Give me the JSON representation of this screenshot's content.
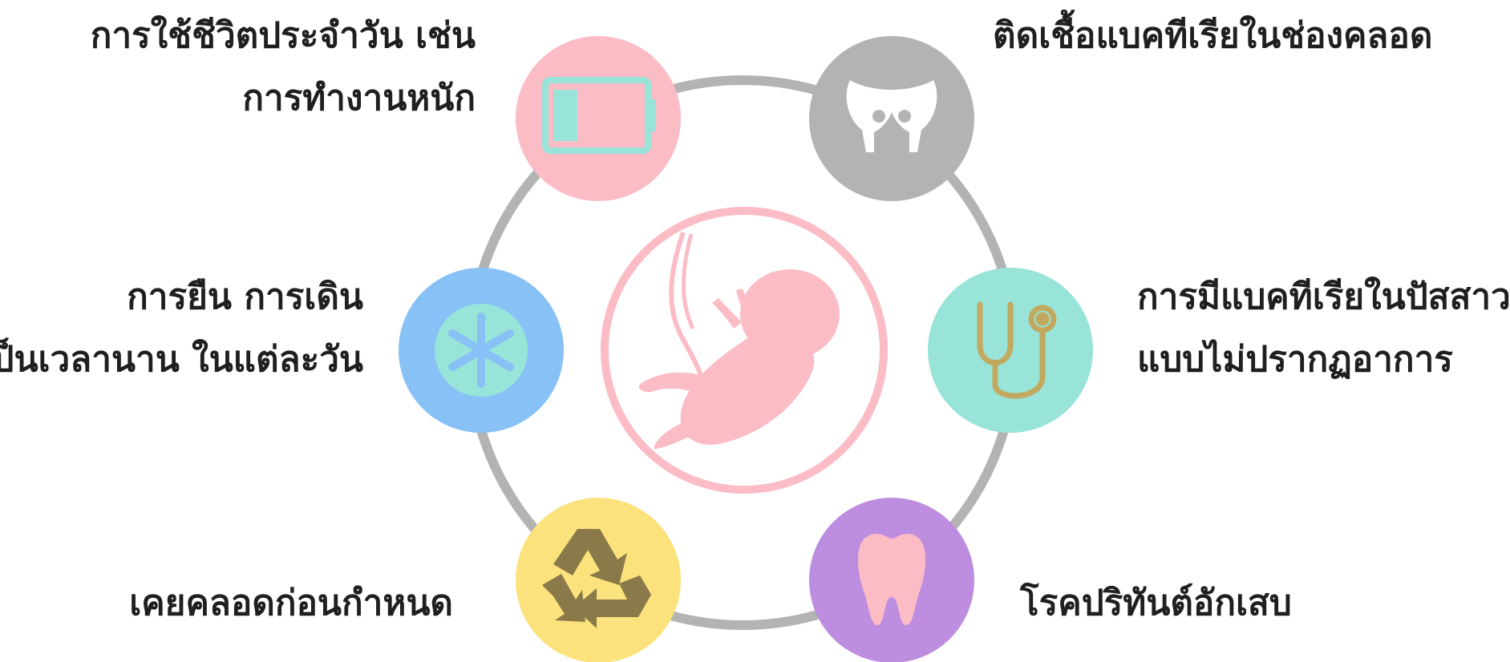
{
  "factors": [
    {
      "id": "daily-life",
      "lines": [
        "การใช้ชีวิตประจำวัน เช่น",
        "การทำงานหนัก"
      ],
      "icon": "battery-low-icon",
      "color": "#fbbcc6"
    },
    {
      "id": "vaginal-infection",
      "lines": [
        "ติดเชื้อแบคทีเรียในช่องคลอด"
      ],
      "icon": "pelvis-icon",
      "color": "#b3b3b3"
    },
    {
      "id": "standing-walking",
      "lines": [
        "การยืน การเดิน",
        "เป็นเวลานาน ในแต่ละวัน"
      ],
      "icon": "asterisk-icon",
      "color": "#87c1f5"
    },
    {
      "id": "urine-bacteria",
      "lines": [
        "การมีแบคทีเรียในปัสสาวะ",
        "แบบไม่ปรากฏอาการ"
      ],
      "icon": "stethoscope-icon",
      "color": "#98e4d9"
    },
    {
      "id": "preterm-history",
      "lines": [
        "เคยคลอดก่อนกำหนด"
      ],
      "icon": "recycle-icon",
      "color": "#fbe27c"
    },
    {
      "id": "periodontitis",
      "lines": [
        "โรคปริทันต์อักเสบ"
      ],
      "icon": "tooth-icon",
      "color": "#bd8de0"
    }
  ],
  "center": {
    "icon": "fetus-icon",
    "color": "#fbbcc6"
  },
  "colors": {
    "ring": "#b3b3b3",
    "text": "#1f1f1f",
    "battery_fill": "#98e4d9",
    "stethoscope": "#c2a95f",
    "recycle": "#8a7a4a",
    "tooth": "#fbbcc6",
    "pelvis": "#ffffff",
    "asterisk_bg": "#98e4d9"
  }
}
